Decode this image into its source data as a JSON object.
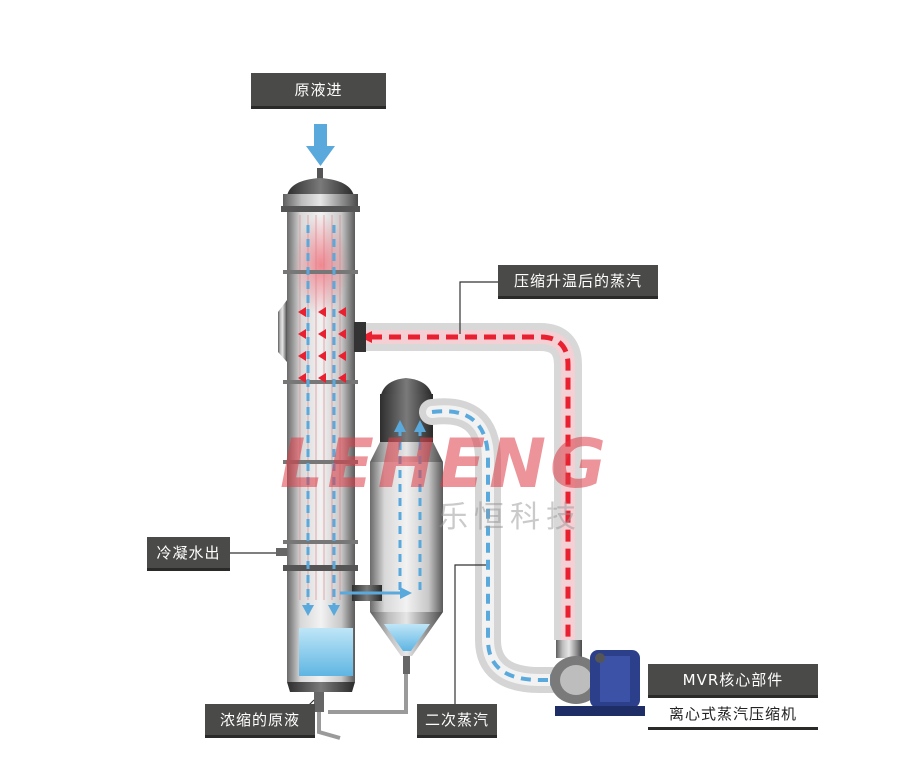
{
  "labels": {
    "feed_in": "原液进",
    "compressed_steam": "压缩升温后的蒸汽",
    "condensate_out": "冷凝水出",
    "concentrate": "浓缩的原液",
    "secondary_steam": "二次蒸汽",
    "mvr_core": "MVR核心部件",
    "compressor": "离心式蒸汽压缩机"
  },
  "watermark": {
    "brand": "LEHENG",
    "brand_cn": "乐恒科技"
  },
  "colors": {
    "label_bg": "#4a4a48",
    "hot_steam": "#e8202f",
    "cold_steam": "#5aa9dc",
    "liquid": "#7cc6ea",
    "motor": "#2b3f8a"
  }
}
